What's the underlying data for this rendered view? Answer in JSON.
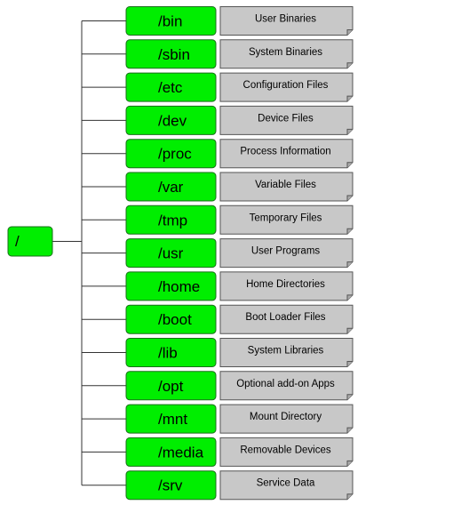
{
  "colors": {
    "directory_fill": "#00ee00",
    "directory_stroke": "#1a6e1a",
    "note_fill": "#c8c8c8",
    "note_stroke": "#555555",
    "connector": "#333333"
  },
  "root": {
    "label": "/"
  },
  "directories": [
    {
      "name": "/bin",
      "description": "User Binaries"
    },
    {
      "name": "/sbin",
      "description": "System Binaries"
    },
    {
      "name": "/etc",
      "description": "Configuration Files"
    },
    {
      "name": "/dev",
      "description": "Device Files"
    },
    {
      "name": "/proc",
      "description": "Process Information"
    },
    {
      "name": "/var",
      "description": "Variable Files"
    },
    {
      "name": "/tmp",
      "description": "Temporary Files"
    },
    {
      "name": "/usr",
      "description": "User Programs"
    },
    {
      "name": "/home",
      "description": "Home Directories"
    },
    {
      "name": "/boot",
      "description": "Boot Loader Files"
    },
    {
      "name": "/lib",
      "description": "System Libraries"
    },
    {
      "name": "/opt",
      "description": "Optional add-on Apps"
    },
    {
      "name": "/mnt",
      "description": "Mount Directory"
    },
    {
      "name": "/media",
      "description": "Removable Devices"
    },
    {
      "name": "/srv",
      "description": "Service Data"
    }
  ]
}
